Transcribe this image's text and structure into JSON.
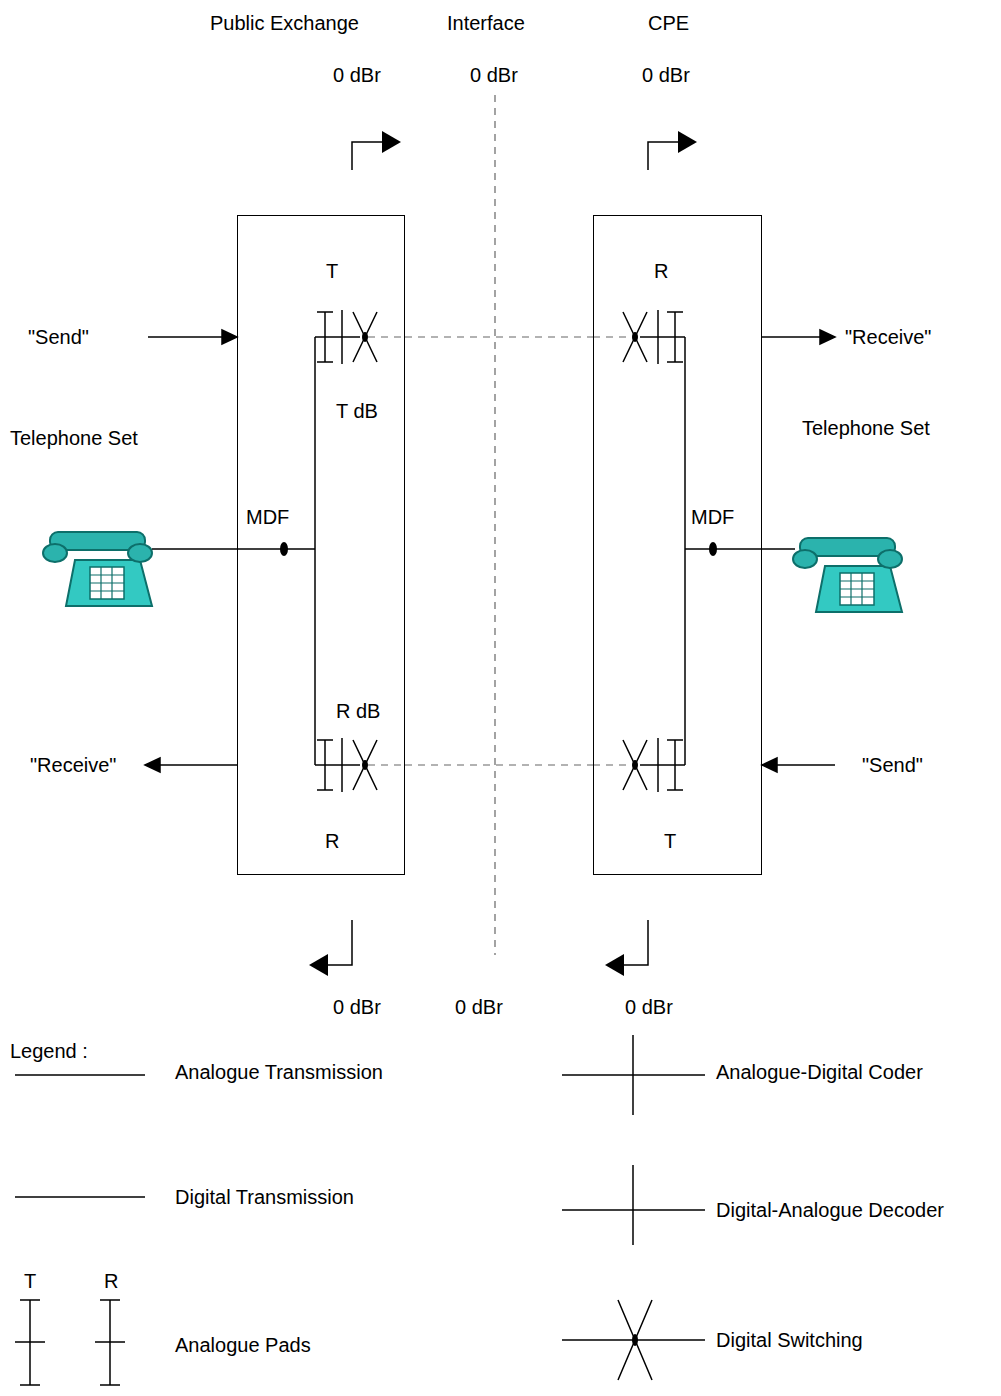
{
  "diagram": {
    "nodes": [
      {
        "text": [
          "T",
          "T dB",
          "MDF",
          "R dB",
          "R"
        ]
      },
      {
        "text": [
          "R",
          "MDF",
          "T"
        ]
      }
    ],
    "edges": [
      {
        "from": 0,
        "to": 1,
        "arrow": "none"
      },
      {
        "from": 0,
        "to": 1,
        "arrow": "none"
      }
    ],
    "labels": [
      "Public Exchange",
      "Interface",
      "CPE",
      "0 dBr",
      "0 dBr",
      "0 dBr",
      "\"Send\"",
      "\"Receive\"",
      "Telephone Set",
      "Telephone Set",
      "\"Receive\"",
      "\"Send\"",
      "0 dBr",
      "0 dBr",
      "0 dBr",
      "Legend :",
      "T",
      "R"
    ],
    "legend": [
      {
        "text": "Analogue Transmission"
      },
      {
        "text": "Digital Transmission"
      },
      {
        "text": "Analogue Pads"
      },
      {
        "text": "Analogue-Digital Coder"
      },
      {
        "text": "Digital-Analogue Decoder"
      },
      {
        "text": "Digital Switching"
      }
    ]
  }
}
